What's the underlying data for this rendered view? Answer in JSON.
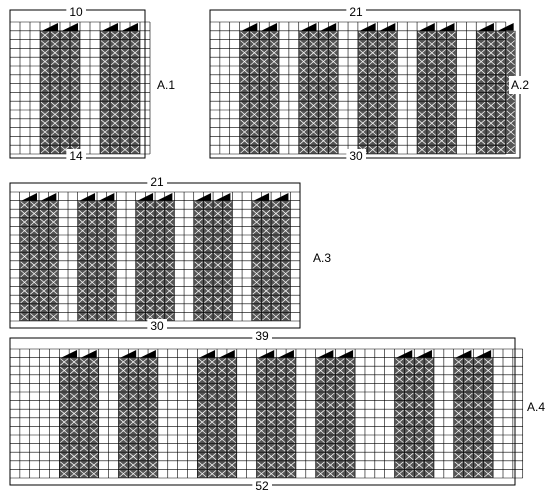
{
  "charts": [
    {
      "name": "A.1",
      "top_count": "10",
      "bottom_count": "14",
      "cols": 14,
      "rows": 15,
      "bands": [
        {
          "start": 3,
          "width": 4
        },
        {
          "start": 9,
          "width": 4
        }
      ]
    },
    {
      "name": "A.2",
      "top_count": "21",
      "bottom_count": "30",
      "cols": 30,
      "rows": 15,
      "bands": [
        {
          "start": 3,
          "width": 4
        },
        {
          "start": 9,
          "width": 4
        },
        {
          "start": 15,
          "width": 4
        },
        {
          "start": 21,
          "width": 4
        },
        {
          "start": 27,
          "width": 4
        }
      ]
    },
    {
      "name": "A.3",
      "top_count": "21",
      "bottom_count": "30",
      "cols": 30,
      "rows": 15,
      "bands": [
        {
          "start": 1,
          "width": 4
        },
        {
          "start": 7,
          "width": 4
        },
        {
          "start": 13,
          "width": 4
        },
        {
          "start": 19,
          "width": 4
        },
        {
          "start": 25,
          "width": 4
        }
      ]
    },
    {
      "name": "A.4",
      "top_count": "39",
      "bottom_count": "52",
      "cols": 52,
      "rows": 15,
      "bands": [
        {
          "start": 5,
          "width": 4
        },
        {
          "start": 11,
          "width": 4
        },
        {
          "start": 19,
          "width": 4
        },
        {
          "start": 25,
          "width": 4
        },
        {
          "start": 31,
          "width": 4
        },
        {
          "start": 39,
          "width": 4
        },
        {
          "start": 45,
          "width": 4
        }
      ]
    }
  ],
  "colors": {
    "line": "#000000",
    "band_fill": "#555555",
    "background": "#ffffff"
  },
  "icons": {
    "cross": "x-symbol",
    "decrease": "black-triangle-symbol"
  }
}
